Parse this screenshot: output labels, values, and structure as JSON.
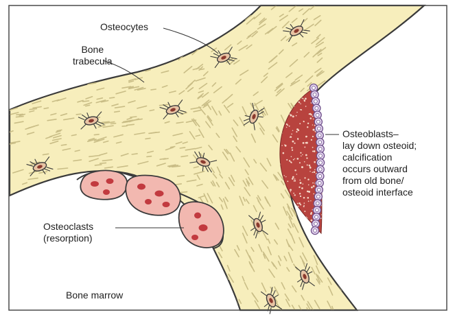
{
  "labels": {
    "osteocytes": "Osteocytes",
    "bone_trabecula": [
      "Bone",
      "trabecula"
    ],
    "osteoblasts": [
      "Osteoblasts–",
      "lay down osteoid;",
      "calcification",
      "occurs outward",
      "from old bone/",
      "osteoid interface"
    ],
    "osteoclasts": [
      "Osteoclasts",
      "(resorption)"
    ],
    "bone_marrow": "Bone marrow"
  },
  "colors": {
    "bone": "#f7eebc",
    "bone_outline": "#3a3a3a",
    "lamella_lines": "#c9bd86",
    "osteocyte_body": "#e8c4a4",
    "osteocyte_nucleus": "#8b3a2e",
    "osteoclast_fill": "#f2b8b0",
    "osteoclast_nucleus": "#c23a3f",
    "osteoid": "#b8433e",
    "osteoblast_fill": "#e3d4ee",
    "osteoblast_outline": "#6e4f8a",
    "marrow": "#ffffff",
    "frame": "#4a4a4a",
    "leader_lines": "#333333"
  }
}
